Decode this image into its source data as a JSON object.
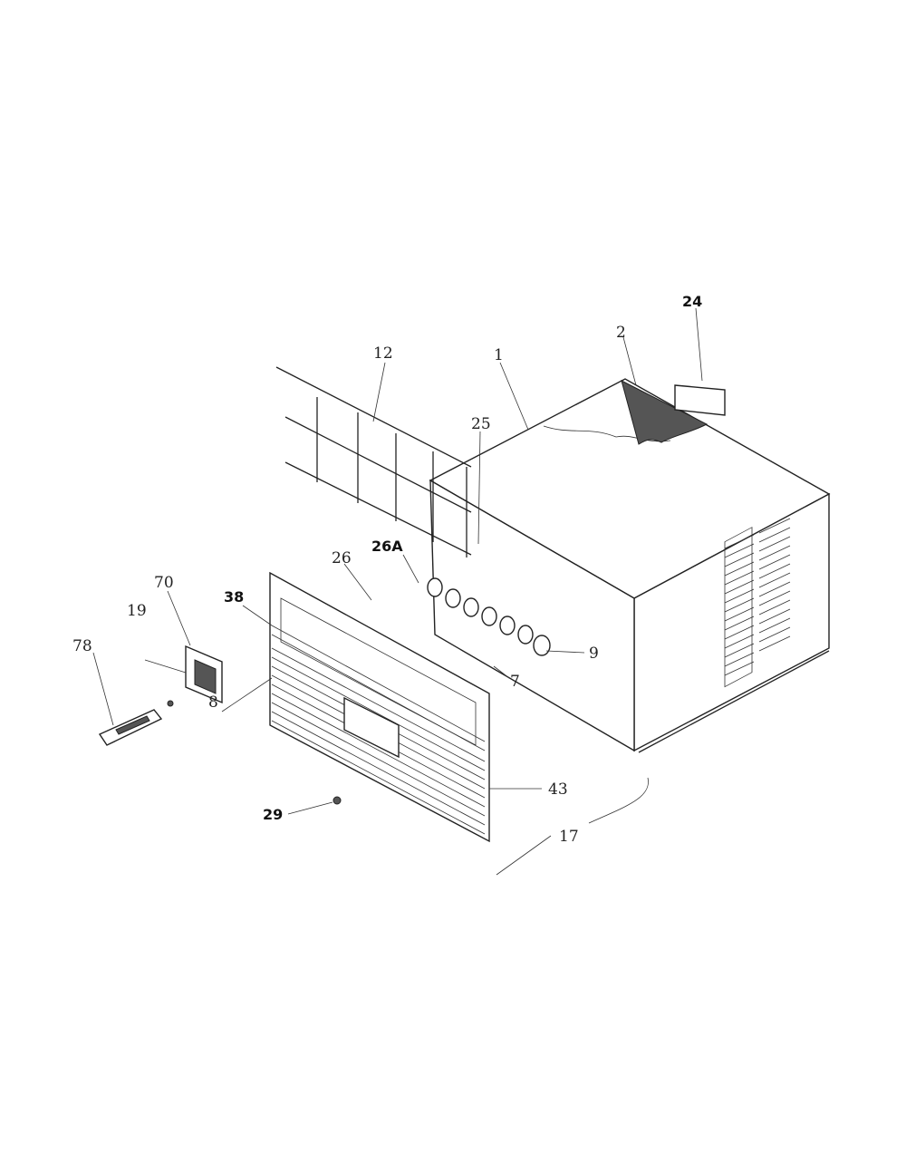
{
  "colors": {
    "line": "#222222",
    "background": "#ffffff"
  },
  "callouts": {
    "c24": "24",
    "c2": "2",
    "c1": "1",
    "c12": "12",
    "c25": "25",
    "c26A": "26A",
    "c26": "26",
    "c70": "70",
    "c38": "38",
    "c19": "19",
    "c78": "78",
    "c9": "9",
    "c7": "7",
    "c8": "8",
    "c43": "43",
    "c29": "29",
    "c17": "17"
  }
}
